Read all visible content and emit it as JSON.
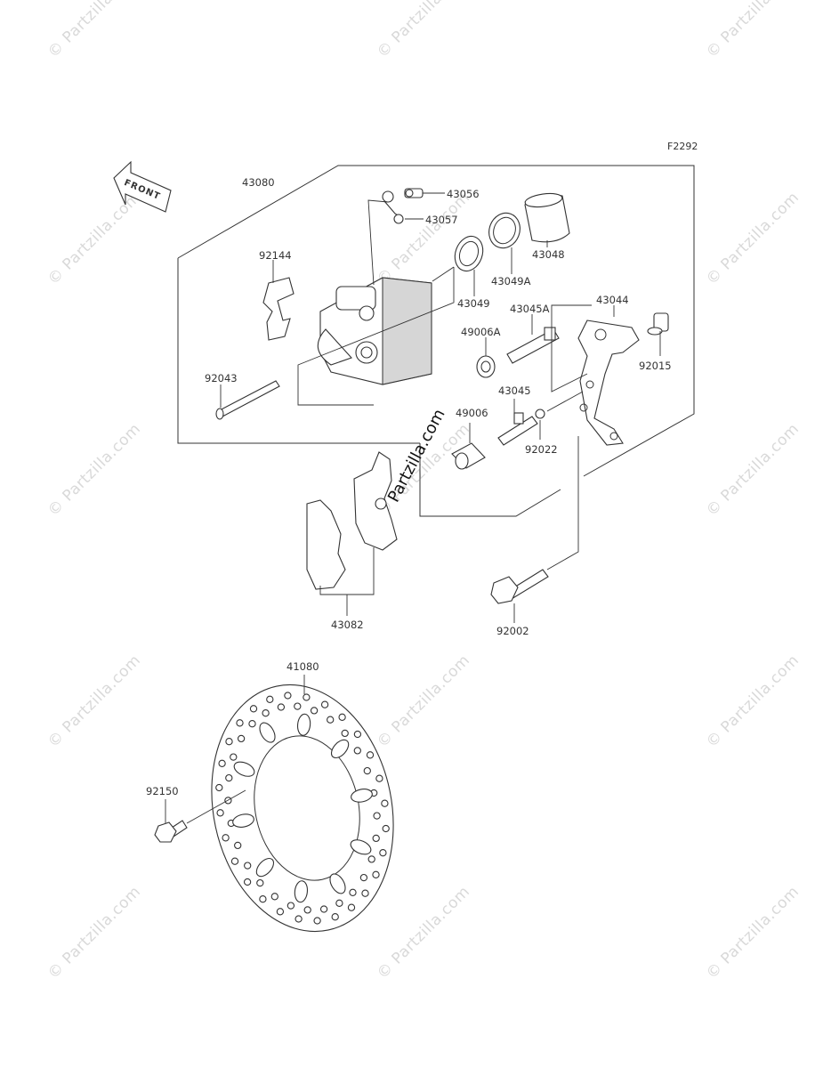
{
  "diagram": {
    "figure_code": "F2292",
    "front_label": "FRONT",
    "site_watermark": "© Partzilla.com",
    "center_watermark": "Partzilla.com",
    "parts": [
      {
        "id": "p43080",
        "label": "43080"
      },
      {
        "id": "p43056",
        "label": "43056"
      },
      {
        "id": "p43057",
        "label": "43057"
      },
      {
        "id": "p43048",
        "label": "43048"
      },
      {
        "id": "p92144",
        "label": "92144"
      },
      {
        "id": "p43049",
        "label": "43049"
      },
      {
        "id": "p43049A",
        "label": "43049A"
      },
      {
        "id": "p43044",
        "label": "43044"
      },
      {
        "id": "p43045A",
        "label": "43045A"
      },
      {
        "id": "p49006A",
        "label": "49006A"
      },
      {
        "id": "p92015",
        "label": "92015"
      },
      {
        "id": "p92043",
        "label": "92043"
      },
      {
        "id": "p43045",
        "label": "43045"
      },
      {
        "id": "p49006",
        "label": "49006"
      },
      {
        "id": "p92022",
        "label": "92022"
      },
      {
        "id": "p43082",
        "label": "43082"
      },
      {
        "id": "p92002",
        "label": "92002"
      },
      {
        "id": "p41080",
        "label": "41080"
      },
      {
        "id": "p92150",
        "label": "92150"
      }
    ]
  }
}
